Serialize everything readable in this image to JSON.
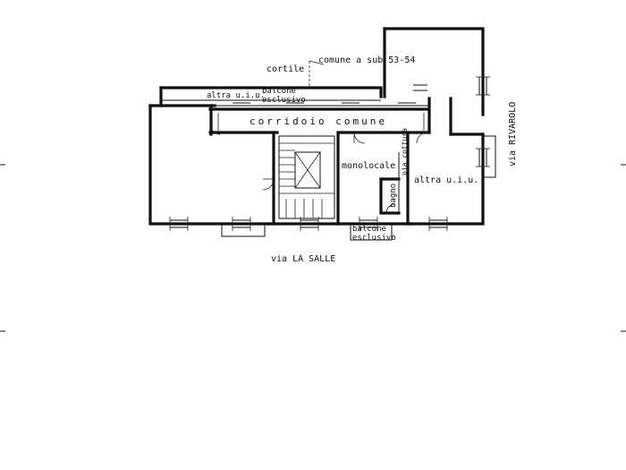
{
  "plan": {
    "labels": {
      "cortile": "cortile",
      "comune_sub": "comune a sub 53-54",
      "altra_uiu_left": "altra u.i.u.",
      "balcone_top_1": "balcone",
      "balcone_top_2": "esclusivo",
      "corridoio": "corridoio comune",
      "monolocale": "monolocale",
      "bagno": "bagno",
      "pia_cottura": "pia cottura",
      "altra_uiu_right": "altra u.i.u.",
      "balcone_bottom_1": "balcone",
      "balcone_bottom_2": "esclusivo",
      "street_bottom": "via LA SALLE",
      "street_right": "via RIVAROLO"
    }
  }
}
